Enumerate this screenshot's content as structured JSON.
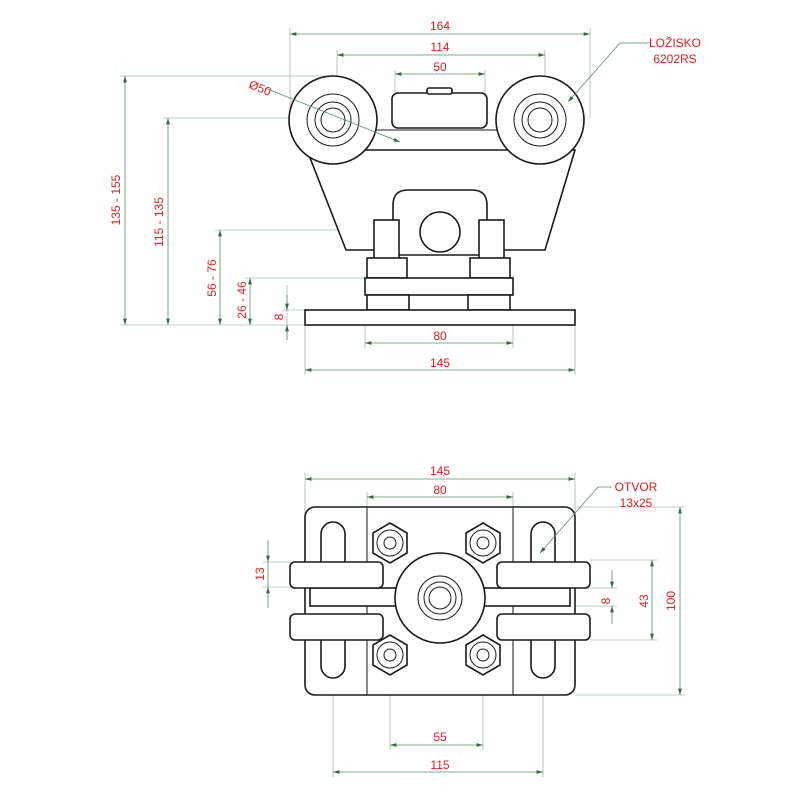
{
  "colors": {
    "dimension_text": "#e0201c",
    "dimension_line": "#5b8a6a",
    "outline": "#1a1a1a"
  },
  "side_view": {
    "dims": {
      "overall_width": "164",
      "wheel_spacing": "114",
      "top_block": "50",
      "wheel_diameter": "Ø50",
      "bolt_spacing": "80",
      "base_width": "145",
      "height_total": "135 - 155",
      "height_wheel_axis": "115 - 135",
      "height_hub": "56 - 76",
      "height_clamp": "26 - 46",
      "base_thickness": "8"
    },
    "callout": {
      "line1": "LOŽISKO",
      "line2": "6202RS"
    }
  },
  "top_view": {
    "dims": {
      "base_width": "145",
      "inner_width": "80",
      "slot_height": "13",
      "gap": "8",
      "wheel_span": "43",
      "base_depth": "100",
      "nut_spacing": "55",
      "slot_spacing": "115"
    },
    "callout": {
      "line1": "OTVOR",
      "line2": "13x25"
    }
  }
}
